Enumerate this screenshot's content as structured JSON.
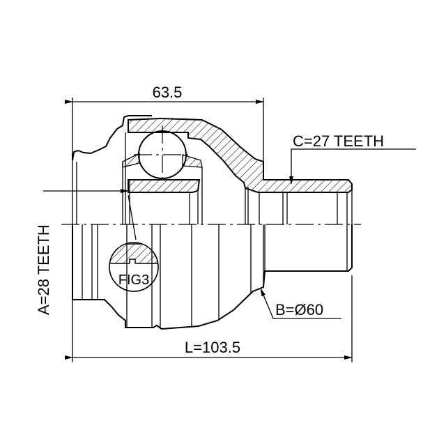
{
  "drawing": {
    "dimension_top": "63.5",
    "dimension_bottom": "L=103.5",
    "label_c": "C=27 TEETH",
    "label_a": "A=28 TEETH",
    "label_b": "B=Ø60",
    "detail_label": "FIG3"
  },
  "colors": {
    "line": "#000000",
    "background": "#ffffff"
  }
}
